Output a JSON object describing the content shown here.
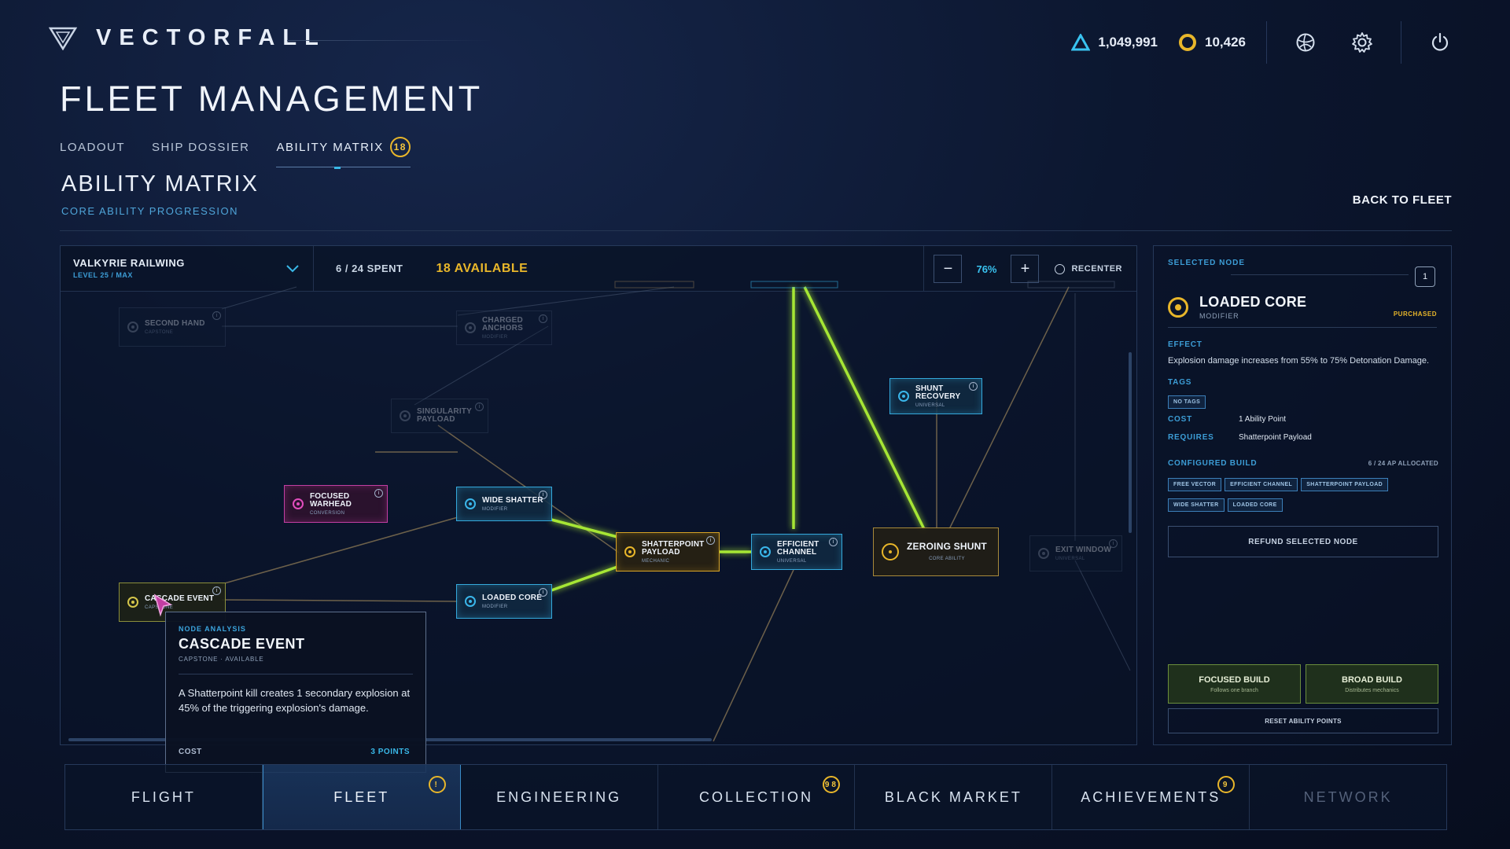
{
  "header": {
    "brand": "VECTORFALL",
    "currency_primary": "1,049,991",
    "currency_secondary": "10,426",
    "icons": [
      "vectorfall-logo-icon",
      "triangle-currency-icon",
      "coin-icon",
      "network-globe-icon",
      "gear-icon",
      "power-icon"
    ]
  },
  "page": {
    "title": "FLEET MANAGEMENT",
    "tabs": [
      {
        "label": "LOADOUT"
      },
      {
        "label": "SHIP DOSSIER"
      },
      {
        "label": "ABILITY MATRIX",
        "badge": "18"
      }
    ],
    "section_title": "ABILITY MATRIX",
    "section_subtitle": "CORE ABILITY PROGRESSION",
    "back_link": "BACK TO FLEET"
  },
  "toolbar": {
    "ship_name": "VALKYRIE RAILWING",
    "ship_level": "LEVEL 25 / MAX",
    "spent": "6 / 24 SPENT",
    "available": "18 AVAILABLE",
    "zoom": "76%",
    "zoom_out": "−",
    "zoom_in": "+",
    "recenter": "RECENTER"
  },
  "nodes": {
    "second_hand": {
      "title": "SECOND HAND",
      "sub": "CAPSTONE"
    },
    "charged_anchors": {
      "title1": "CHARGED",
      "title2": "ANCHORS",
      "sub": "MODIFIER"
    },
    "singularity_payload": {
      "title1": "SINGULARITY",
      "title2": "PAYLOAD",
      "sub": ""
    },
    "shunt_recovery": {
      "title1": "SHUNT",
      "title2": "RECOVERY",
      "sub": "UNIVERSAL"
    },
    "focused_warhead": {
      "title1": "FOCUSED",
      "title2": "WARHEAD",
      "sub": "CONVERSION"
    },
    "wide_shatter": {
      "title": "WIDE SHATTER",
      "sub": "MODIFIER"
    },
    "shatterpoint_payload": {
      "title1": "SHATTERPOINT",
      "title2": "PAYLOAD",
      "sub": "MECHANIC"
    },
    "efficient_channel": {
      "title1": "EFFICIENT",
      "title2": "CHANNEL",
      "sub": "UNIVERSAL"
    },
    "zeroing_shunt": {
      "title": "ZEROING SHUNT",
      "sub": "CORE ABILITY"
    },
    "exit_window": {
      "title": "EXIT WINDOW",
      "sub": "UNIVERSAL"
    },
    "cascade_event": {
      "title": "CASCADE EVENT",
      "sub": "CAPSTONE"
    },
    "loaded_core": {
      "title": "LOADED CORE",
      "sub": "MODIFIER"
    },
    "info": "i"
  },
  "tooltip": {
    "kicker": "NODE ANALYSIS",
    "title": "CASCADE EVENT",
    "meta": "CAPSTONE · AVAILABLE",
    "body": "A Shatterpoint kill creates 1 secondary explosion at 45% of the triggering explosion's damage.",
    "cost_label": "COST",
    "cost_value": "3 POINTS"
  },
  "side": {
    "kicker": "SELECTED NODE",
    "index": "1",
    "name": "LOADED CORE",
    "type": "MODIFIER",
    "status": "PURCHASED",
    "effect_label": "EFFECT",
    "effect": "Explosion damage increases from 55% to 75% Detonation Damage.",
    "tags_label": "TAGS",
    "tag": "NO TAGS",
    "cost_label": "COST",
    "cost": "1 Ability Point",
    "requires_label": "REQUIRES",
    "requires": "Shatterpoint Payload",
    "build_label": "CONFIGURED BUILD",
    "build_alloc": "6 / 24 AP ALLOCATED",
    "build_chips": [
      "FREE VECTOR",
      "EFFICIENT CHANNEL",
      "SHATTERPOINT PAYLOAD",
      "WIDE SHATTER",
      "LOADED CORE"
    ],
    "refund": "REFUND SELECTED NODE",
    "focused_build": "FOCUSED BUILD",
    "focused_build_sub": "Follows one branch",
    "broad_build": "BROAD BUILD",
    "broad_build_sub": "Distributes mechanics",
    "reset": "RESET ABILITY POINTS"
  },
  "bottom_nav": [
    {
      "label": "FLIGHT"
    },
    {
      "label": "FLEET",
      "badge": "!"
    },
    {
      "label": "ENGINEERING"
    },
    {
      "label": "COLLECTION",
      "badge": "98"
    },
    {
      "label": "BLACK MARKET"
    },
    {
      "label": "ACHIEVEMENTS",
      "badge": "9"
    },
    {
      "label": "NETWORK"
    }
  ],
  "colors": {
    "accent_cyan": "#39b8e8",
    "accent_gold": "#e8b62a",
    "accent_magenta": "#e24dbd",
    "active_path": "#a6e635"
  }
}
